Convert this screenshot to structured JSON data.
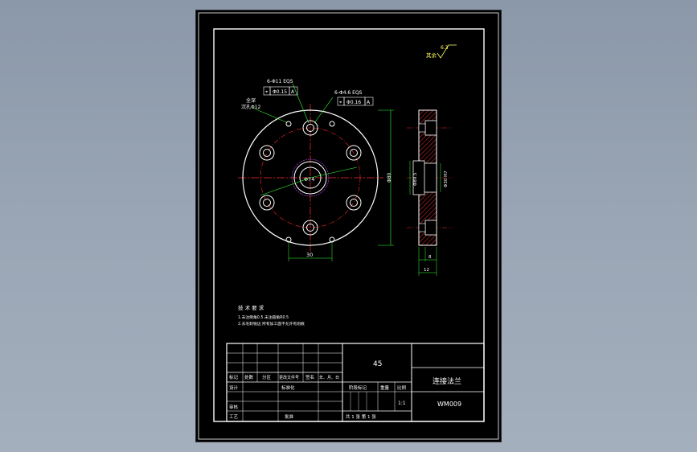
{
  "colors": {
    "background": "#000000",
    "frame": "#ffffff",
    "center_line": "#ff2a2a",
    "dimension": "#33ff33",
    "leader": "#33ff33",
    "text": "#ffffff",
    "highlight_text": "#ffff66",
    "hatch": "#ff3333",
    "bolt_circle": "#cc44ff"
  },
  "roughness": {
    "label": "其余",
    "value": "6.3"
  },
  "annotations": {
    "holes6": "6-Φ11 EQS",
    "holes6_tol": "Φ0.15",
    "holes6_datum": "A",
    "holes4": "6-Φ4.6 EQS",
    "holes4_tol": "Φ0.16",
    "holes4_datum": "A",
    "counterbore": "全深",
    "counterbore_dia": "沉孔Φ12",
    "center_hole": "Φ74",
    "side_dim1": "Φ89.5",
    "side_dim2": "Φ30 H7",
    "side_dim3": "Φ80",
    "dim_bottom": "30",
    "side_thk1": "8",
    "side_thk2": "12"
  },
  "notes": {
    "title": "技 术 要 求",
    "line1": "1.未注倒角0.5 未注圆角R0.5",
    "line2": "2.去毛刺锐边 所有加工面不允许有划痕"
  },
  "title_block": {
    "material": "45",
    "part_name": "连接法兰",
    "drawing_no": "WM009",
    "scale_label": "比例",
    "scale": "1:1",
    "stage_label": "阶段标记",
    "weight_label": "重量",
    "sheets": "共 1 张    第 1 张",
    "row_labels": [
      "标记",
      "处数",
      "分区",
      "更改文件号",
      "签名",
      "年、月、日"
    ],
    "design": "设计",
    "standard": "标准化",
    "check": "审核",
    "process": "工艺",
    "approve": "批准"
  }
}
